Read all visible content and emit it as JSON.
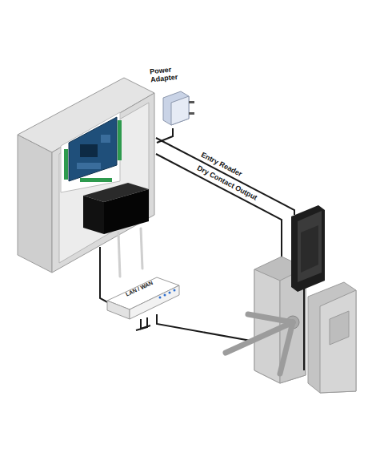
{
  "diagram": {
    "nodes": [
      {
        "text": [
          "Power Adapter"
        ]
      },
      {
        "text": [
          "LAN / WAN"
        ]
      }
    ],
    "labels": [
      "Entry Reader",
      "Dry Contact Output"
    ]
  }
}
